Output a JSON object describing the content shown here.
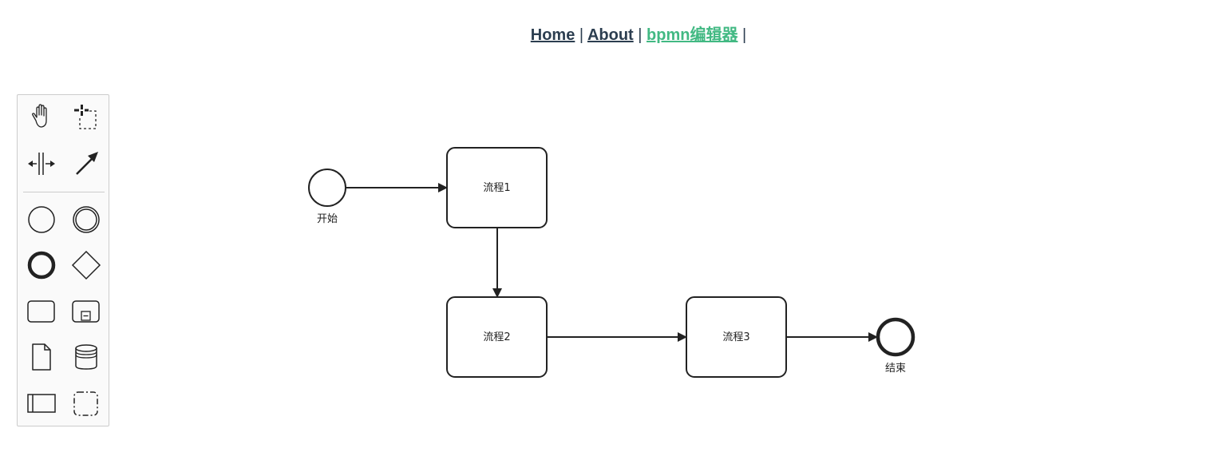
{
  "nav": {
    "home": "Home",
    "about": "About",
    "editor": "bpmn编辑器",
    "separator": "|"
  },
  "palette": {
    "tools": [
      {
        "name": "hand-tool",
        "icon": "hand-icon"
      },
      {
        "name": "lasso-tool",
        "icon": "lasso-icon"
      },
      {
        "name": "space-tool",
        "icon": "space-icon"
      },
      {
        "name": "global-connect-tool",
        "icon": "connect-arrow-icon"
      },
      {
        "name": "create-start-event",
        "icon": "start-event-icon"
      },
      {
        "name": "create-intermediate-event",
        "icon": "intermediate-event-icon"
      },
      {
        "name": "create-end-event",
        "icon": "end-event-icon"
      },
      {
        "name": "create-gateway",
        "icon": "gateway-icon"
      },
      {
        "name": "create-task",
        "icon": "task-icon"
      },
      {
        "name": "create-subprocess",
        "icon": "subprocess-icon"
      },
      {
        "name": "create-data-object",
        "icon": "data-object-icon"
      },
      {
        "name": "create-data-store",
        "icon": "data-store-icon"
      },
      {
        "name": "create-participant",
        "icon": "participant-icon"
      },
      {
        "name": "create-group",
        "icon": "group-icon"
      }
    ]
  },
  "diagram": {
    "start_event": {
      "label": "开始"
    },
    "task1": {
      "label": "流程1"
    },
    "task2": {
      "label": "流程2"
    },
    "task3": {
      "label": "流程3"
    },
    "end_event": {
      "label": "结束"
    }
  },
  "colors": {
    "nav_text": "#2c3e50",
    "nav_active": "#42b983",
    "stroke": "#222222",
    "palette_bg": "#fafafa",
    "palette_border": "#cccccc"
  }
}
